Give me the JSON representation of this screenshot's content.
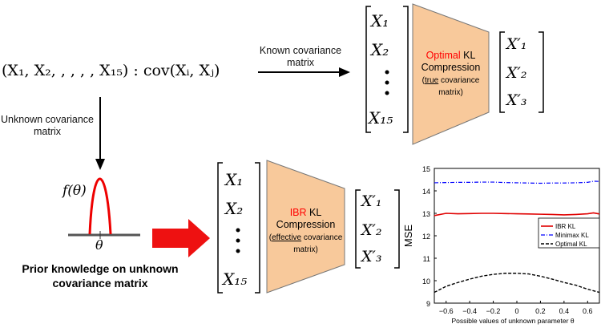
{
  "top": {
    "source_expr": "(X₁, X₂, , , , , X₁₅) : cov(Xᵢ, Xⱼ)",
    "known_label": "Known covariance matrix",
    "unknown_label": "Unknown covariance matrix",
    "input_vector": [
      "X₁",
      "X₂",
      "X₁₅"
    ],
    "compression": {
      "accent": "Optimal",
      "rest": "KL",
      "line2": "Compression",
      "sub_u": "true",
      "sub_rest": "covariance matrix)"
    },
    "output_vector": [
      "X′₁",
      "X′₂",
      "X′₃"
    ]
  },
  "bottom": {
    "prior_func": "f(θ)",
    "theta": "θ",
    "prior_caption": "Prior knowledge on unknown covariance matrix",
    "input_vector": [
      "X₁",
      "X₂",
      "X₁₅"
    ],
    "compression": {
      "accent": "IBR",
      "rest": "KL",
      "line2": "Compression",
      "sub_u": "effective",
      "sub_rest": "covariance matrix)"
    },
    "output_vector": [
      "X′₁",
      "X′₂",
      "X′₃"
    ]
  },
  "colors": {
    "trapezoid": "#f8c99b",
    "accent": "#ff0000",
    "ibr": "#e00000",
    "minimax": "#0000ff",
    "optimal": "#000000"
  },
  "chart_data": {
    "type": "line",
    "xlabel": "Possible values of unknown parameter θ",
    "ylabel": "MSE",
    "xlim": [
      -0.7,
      0.7
    ],
    "ylim": [
      9,
      15
    ],
    "xticks": [
      "-0.6",
      "-0.4",
      "-0.2",
      "0",
      "0.2",
      "0.4",
      "0.6"
    ],
    "yticks": [
      "9",
      "10",
      "11",
      "12",
      "13",
      "14",
      "15"
    ],
    "legend_position": "right",
    "x": [
      -0.7,
      -0.6,
      -0.5,
      -0.4,
      -0.3,
      -0.2,
      -0.1,
      0,
      0.1,
      0.2,
      0.3,
      0.4,
      0.5,
      0.6,
      0.65,
      0.7
    ],
    "series": [
      {
        "name": "IBR KL",
        "values": [
          12.9,
          13.0,
          12.98,
          12.99,
          13.0,
          13.0,
          12.99,
          12.98,
          12.97,
          12.96,
          12.95,
          12.93,
          12.95,
          12.98,
          13.02,
          12.97
        ]
      },
      {
        "name": "Minimax KL",
        "values": [
          14.36,
          14.37,
          14.38,
          14.38,
          14.39,
          14.39,
          14.37,
          14.36,
          14.35,
          14.34,
          14.35,
          14.35,
          14.36,
          14.38,
          14.43,
          14.42
        ]
      },
      {
        "name": "Optimal KL",
        "values": [
          9.48,
          9.75,
          9.92,
          10.07,
          10.2,
          10.28,
          10.33,
          10.33,
          10.3,
          10.2,
          10.07,
          9.92,
          9.8,
          9.62,
          9.55,
          9.48
        ]
      }
    ]
  }
}
